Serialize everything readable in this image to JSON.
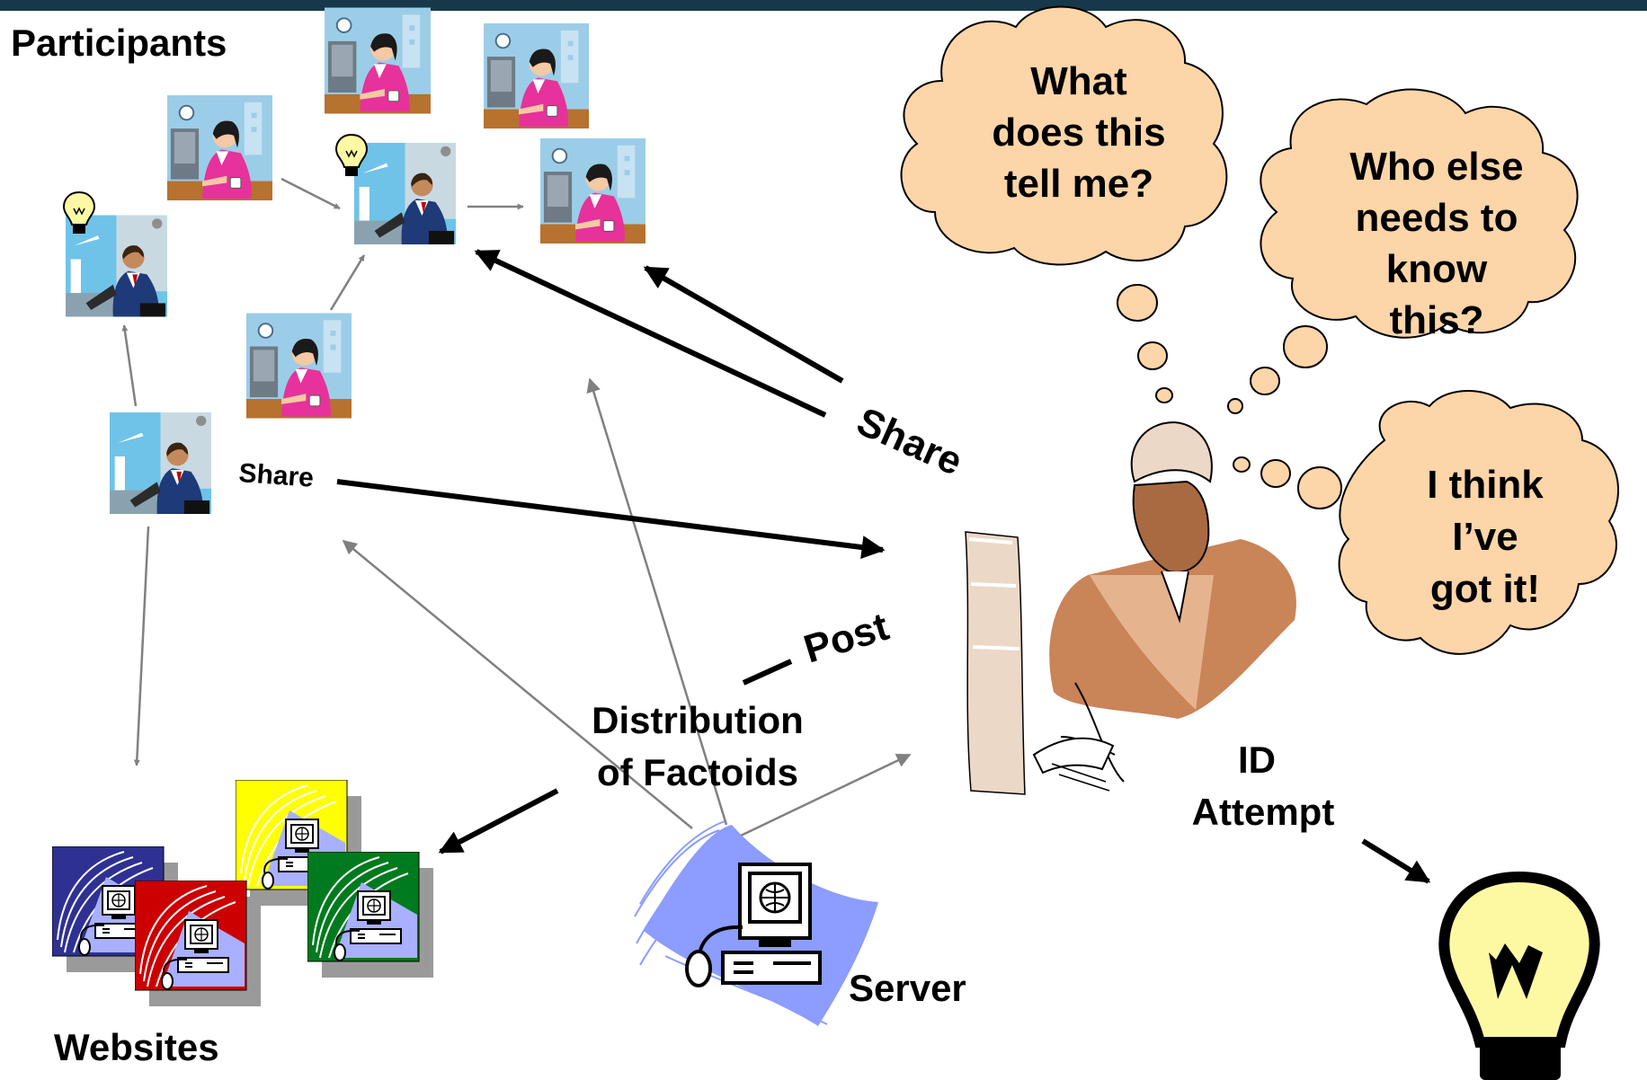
{
  "labels": {
    "participants": "Participants",
    "websites": "Websites",
    "server": "Server",
    "share_small": "Share",
    "share_large": "Share",
    "post": "Post",
    "distribution_line1": "Distribution",
    "distribution_line2": "of Factoids",
    "id_line1": "ID",
    "id_line2": "Attempt"
  },
  "thought_bubbles": [
    {
      "lines": [
        "What",
        "does this",
        "tell me?"
      ]
    },
    {
      "lines": [
        "Who else",
        "needs to",
        "know",
        "this?"
      ]
    },
    {
      "lines": [
        "I think",
        "I’ve",
        "got it!"
      ]
    }
  ],
  "colors": {
    "top_bar": "#16384a",
    "bubble_fill": "#fcd5a8",
    "website_1": "#2e3192",
    "website_2": "#cc0000",
    "website_3": "#ffff00",
    "website_4": "#007a1e",
    "server_wave": "#8c9cff",
    "woman_shirt": "#e6329a",
    "man_suit": "#1e3a78",
    "bulb_fill": "#fdf9a3"
  },
  "icons": {
    "participant_woman": "woman-at-computer-icon",
    "participant_man": "man-with-laptop-icon",
    "idea": "lightbulb-icon",
    "website": "computer-website-icon",
    "server": "server-computer-icon",
    "analyst": "analyst-at-computer-icon"
  }
}
